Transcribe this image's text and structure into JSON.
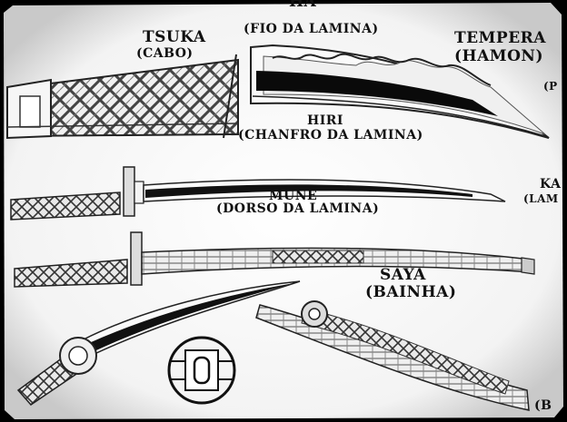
{
  "labels": {
    "ha": "HA",
    "ha_sub": "(FIO DA LAMINA)",
    "tsuka": "TSUKA",
    "tsuka_sub": "(CABO)",
    "tempera": "TEMPERA",
    "tempera_sub": "(HAMON)",
    "hiri": "HIRI",
    "hiri_sub": "(CHANFRO DA LAMINA)",
    "mune": "MUNE",
    "mune_sub": "(DORSO DA LAMINA)",
    "saya": "SAYA",
    "saya_sub": "(BAINHA)",
    "cut_p": "(P",
    "cut_ka": "KA",
    "cut_lam": "(LAM",
    "cut_b": "(B"
  }
}
